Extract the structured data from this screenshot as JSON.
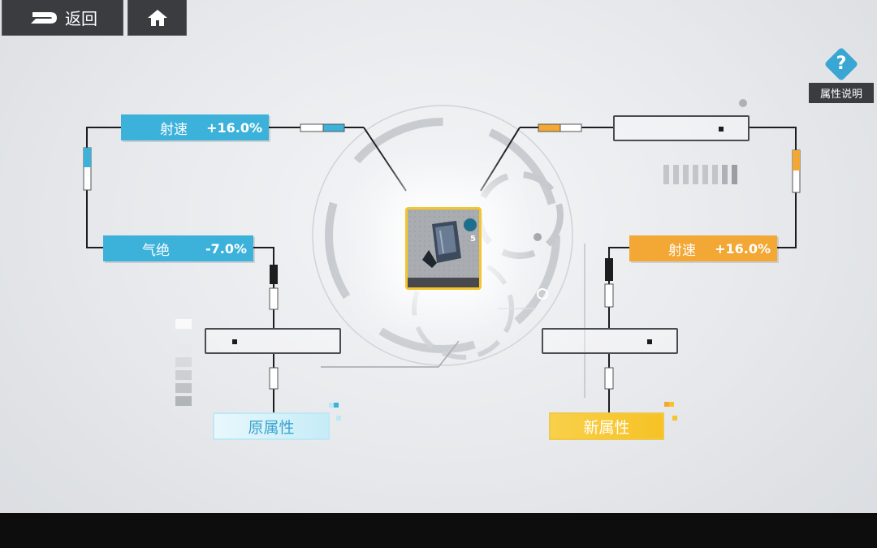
{
  "nav": {
    "back_label": "返回"
  },
  "help": {
    "label": "属性说明"
  },
  "original": {
    "tag": "原属性",
    "stats": [
      {
        "name": "射速",
        "value": "+16.0%"
      },
      {
        "name": "气绝",
        "value": "-7.0%"
      }
    ]
  },
  "new": {
    "tag": "新属性",
    "stats": [
      {
        "name": "射速",
        "value": "+16.0%"
      }
    ]
  },
  "item": {
    "level": "5"
  },
  "colors": {
    "blue": "#3cb2db",
    "orange": "#f3a734",
    "yellow": "#f5c52d",
    "dark": "#3a3c40"
  }
}
